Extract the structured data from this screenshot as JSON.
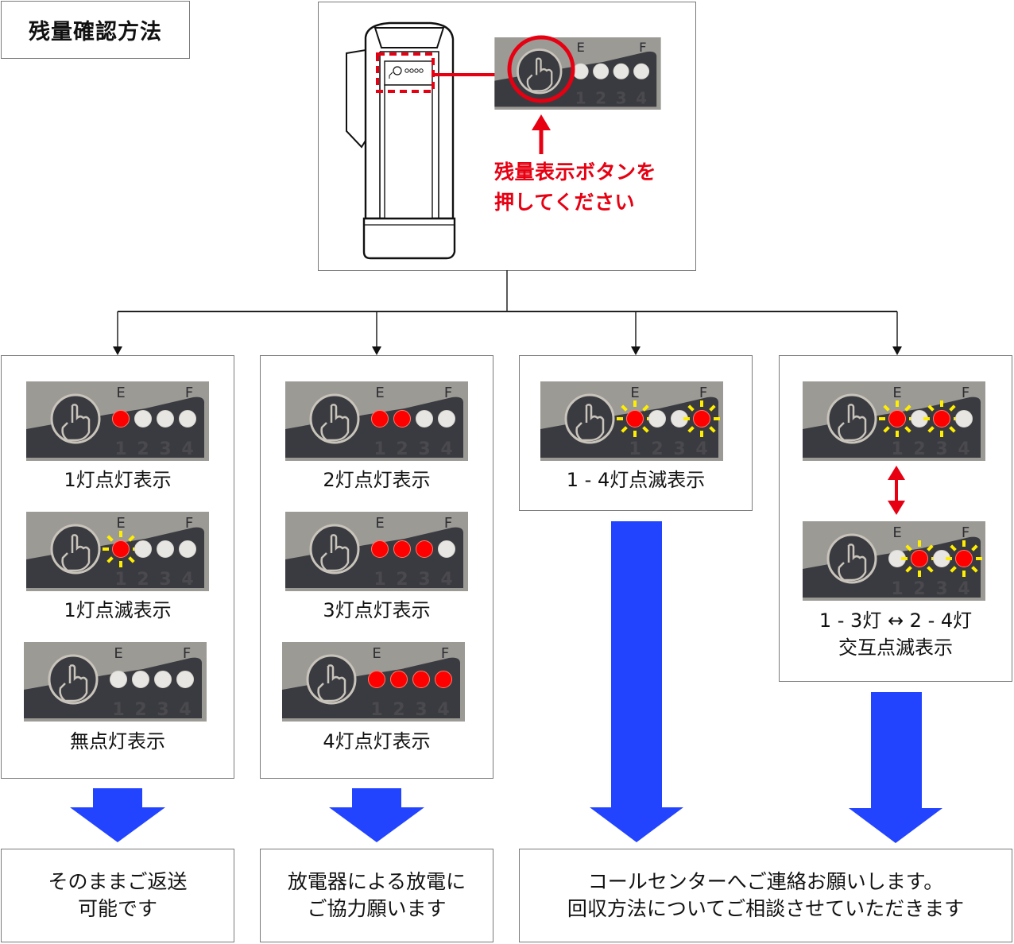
{
  "title": "残量確認方法",
  "top": {
    "instruction_line1": "残量表示ボタンを",
    "instruction_line2": "押してください",
    "panel_labels": {
      "e": "E",
      "f": "F",
      "numbers": [
        "1",
        "2",
        "3",
        "4"
      ]
    }
  },
  "colors": {
    "led_on": "#ff0000",
    "led_off": "#e8e6e2",
    "blink_rays": "#ffee00",
    "accent_red": "#e60012",
    "flow_arrow": "#2244ff",
    "panel_bg": "#9c9a95",
    "panel_dark": "#3a3b40"
  },
  "columns": [
    {
      "items": [
        {
          "caption": "1灯点灯表示",
          "leds": [
            "on",
            "off",
            "off",
            "off"
          ]
        },
        {
          "caption": "1灯点滅表示",
          "leds": [
            "blink",
            "off",
            "off",
            "off"
          ]
        },
        {
          "caption": "無点灯表示",
          "leds": [
            "off",
            "off",
            "off",
            "off"
          ]
        }
      ],
      "result": {
        "line1": "そのままご返送",
        "line2": "可能です"
      }
    },
    {
      "items": [
        {
          "caption": "2灯点灯表示",
          "leds": [
            "on",
            "on",
            "off",
            "off"
          ]
        },
        {
          "caption": "3灯点灯表示",
          "leds": [
            "on",
            "on",
            "on",
            "off"
          ]
        },
        {
          "caption": "4灯点灯表示",
          "leds": [
            "on",
            "on",
            "on",
            "on"
          ]
        }
      ],
      "result": {
        "line1": "放電器による放電に",
        "line2": "ご協力願います"
      }
    },
    {
      "items": [
        {
          "caption": "1 - 4灯点滅表示",
          "leds": [
            "blink",
            "off",
            "off",
            "blink"
          ]
        }
      ]
    },
    {
      "items": [
        {
          "caption": "",
          "leds": [
            "blink",
            "off",
            "blink",
            "off"
          ]
        },
        {
          "caption_line1": "1 - 3灯 ↔ 2 - 4灯",
          "caption_line2": "交互点滅表示",
          "leds": [
            "off",
            "blink",
            "off",
            "blink"
          ]
        }
      ]
    }
  ],
  "shared_result": {
    "line1": "コールセンターへご連絡お願いします。",
    "line2": "回収方法についてご相談させていただきます"
  }
}
